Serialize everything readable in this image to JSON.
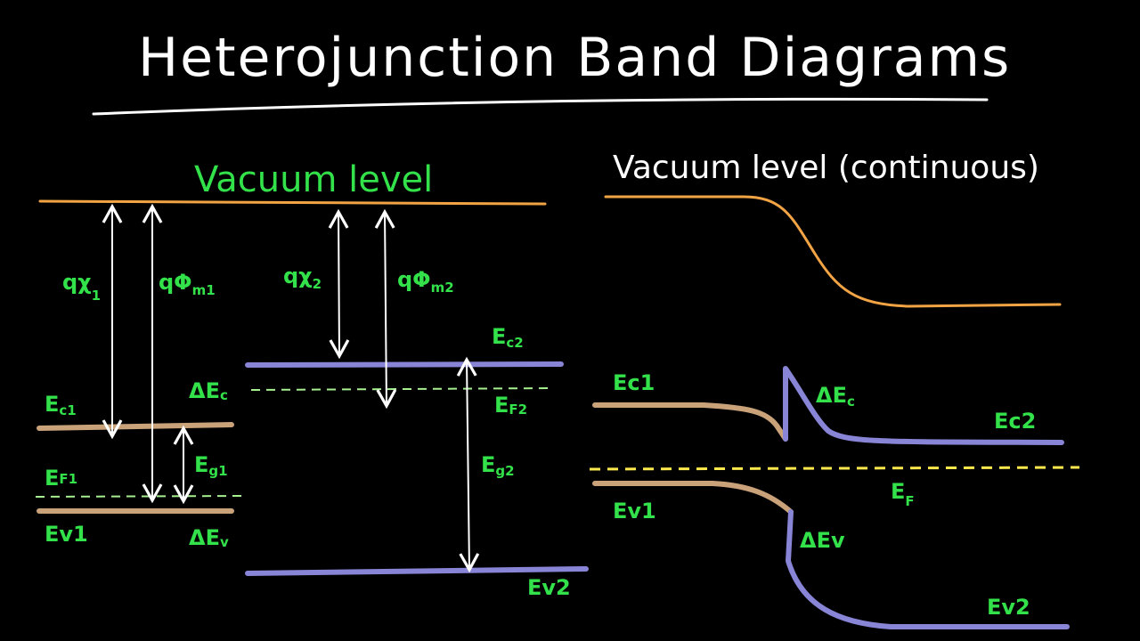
{
  "title": "Heterojunction Band Diagrams",
  "left_panel": {
    "vacuum_label": "Vacuum level",
    "labels": {
      "q_chi1": "qχ",
      "q_chi1_sub": "1",
      "q_phi_m1": "qΦ",
      "q_phi_m1_sub": "m1",
      "q_chi2": "qχ",
      "q_chi2_sub": "2",
      "q_phi_m2": "qΦ",
      "q_phi_m2_sub": "m2",
      "ec1": "E",
      "ec1_sub": "c1",
      "ef1": "E",
      "ef1_sub": "F1",
      "eg1": "E",
      "eg1_sub": "g1",
      "ev1": "Ev1",
      "delta_ec": "ΔE",
      "delta_ec_sub": "c",
      "delta_ev": "ΔE",
      "delta_ev_sub": "v",
      "ec2": "E",
      "ec2_sub": "c2",
      "ef2": "E",
      "ef2_sub": "F2",
      "eg2": "E",
      "eg2_sub": "g2",
      "ev2": "Ev2"
    }
  },
  "right_panel": {
    "vacuum_label": "Vacuum level (continuous)",
    "labels": {
      "ec1": "Ec1",
      "delta_ec": "ΔE",
      "delta_ec_sub": "c",
      "ec2": "Ec2",
      "ef": "E",
      "ef_sub": "F",
      "ev1": "Ev1",
      "delta_ev": "ΔEv",
      "ev2": "Ev2"
    }
  },
  "colors": {
    "background": "#000000",
    "text": "#ffffff",
    "labels": "#33e14a",
    "vacuum_level": "#f2a445",
    "material_1_bands": "#c9a27a",
    "material_2_bands": "#8884d6",
    "fermi_level_left": "#a7f090",
    "fermi_level_right": "#ffe84d"
  }
}
